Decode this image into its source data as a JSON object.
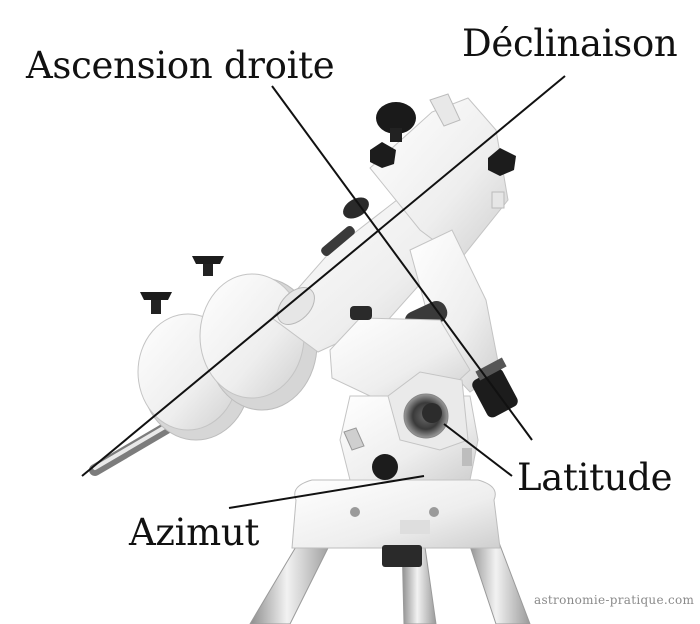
{
  "labels": {
    "right_ascension": "Ascension droite",
    "declination": "Déclinaison",
    "latitude": "Latitude",
    "azimuth": "Azimut"
  },
  "credit": "astronomie-pratique.com",
  "colors": {
    "mount_white": "#f3f3f3",
    "shadow": "#d4d4d4",
    "knob_black": "#1c1c1c",
    "leader_line": "#111111",
    "leg_metal": "#b9b9b9"
  }
}
